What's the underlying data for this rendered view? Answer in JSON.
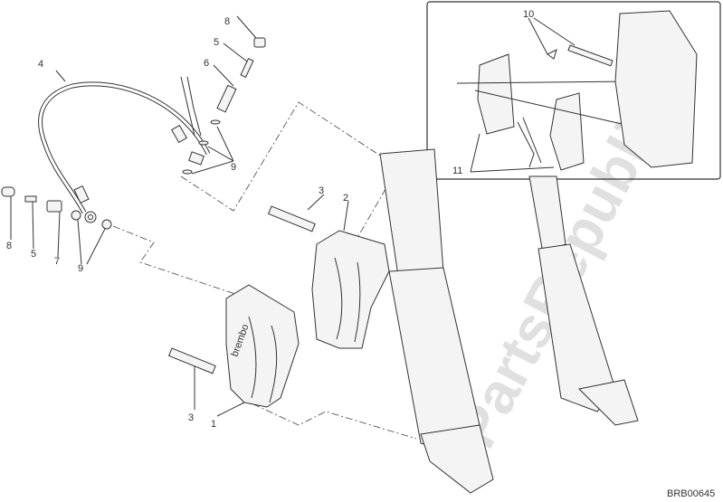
{
  "diagram": {
    "callouts": [
      {
        "id": "top-8",
        "text": "8"
      },
      {
        "id": "top-5",
        "text": "5"
      },
      {
        "id": "top-6",
        "text": "6"
      },
      {
        "id": "hose-4",
        "text": "4"
      },
      {
        "id": "top-9",
        "text": "9"
      },
      {
        "id": "left-8",
        "text": "8"
      },
      {
        "id": "left-5",
        "text": "5"
      },
      {
        "id": "left-7",
        "text": "7"
      },
      {
        "id": "left-9",
        "text": "9"
      },
      {
        "id": "bolt-3-upper",
        "text": "3"
      },
      {
        "id": "caliper-2",
        "text": "2"
      },
      {
        "id": "bolt-3-lower",
        "text": "3"
      },
      {
        "id": "caliper-1",
        "text": "1"
      },
      {
        "id": "pin-10",
        "text": "10"
      },
      {
        "id": "pads-11",
        "text": "11"
      }
    ],
    "drawing_code": "BRB00645",
    "watermark": "PartsRepublik",
    "caliper_brand": "brembo"
  }
}
